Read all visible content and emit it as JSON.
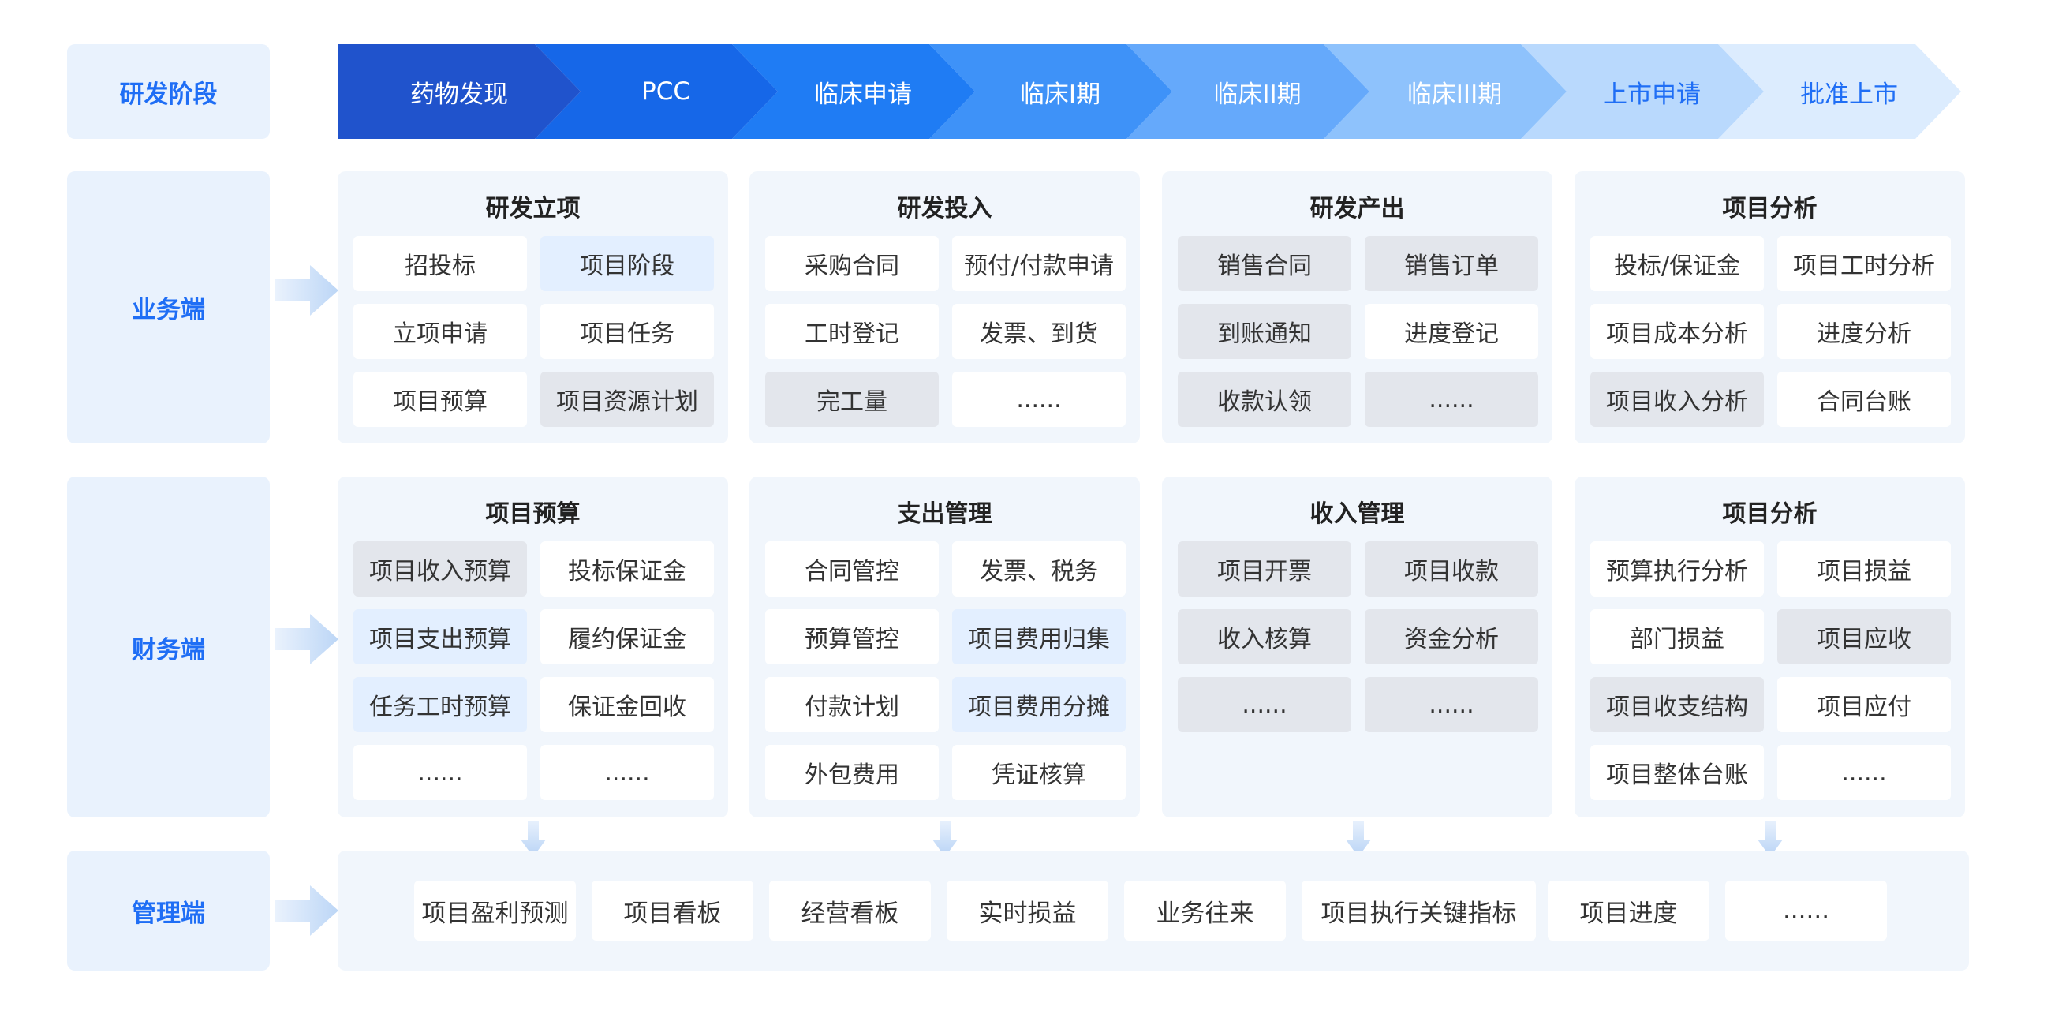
{
  "rows": {
    "stage_label": "研发阶段",
    "business_label": "业务端",
    "finance_label": "财务端",
    "management_label": "管理端"
  },
  "stages": [
    {
      "label": "药物发现",
      "bg": "#2053cc",
      "fg": "#ffffff"
    },
    {
      "label": "PCC",
      "bg": "#1667e8",
      "fg": "#ffffff"
    },
    {
      "label": "临床申请",
      "bg": "#1f7cf4",
      "fg": "#ffffff"
    },
    {
      "label": "临床I期",
      "bg": "#3e92f8",
      "fg": "#ffffff"
    },
    {
      "label": "临床II期",
      "bg": "#65a9fb",
      "fg": "#ffffff"
    },
    {
      "label": "临床III期",
      "bg": "#8ec2fc",
      "fg": "#ffffff"
    },
    {
      "label": "上市申请",
      "bg": "#b9d9fd",
      "fg": "#1f6ef5"
    },
    {
      "label": "批准上市",
      "bg": "#dcecfe",
      "fg": "#1f6ef5"
    }
  ],
  "business": [
    {
      "title": "研发立项",
      "cells": [
        {
          "text": "招投标",
          "style": "white"
        },
        {
          "text": "项目阶段",
          "style": "blue"
        },
        {
          "text": "立项申请",
          "style": "white"
        },
        {
          "text": "项目任务",
          "style": "white"
        },
        {
          "text": "项目预算",
          "style": "white"
        },
        {
          "text": "项目资源计划",
          "style": "gray"
        }
      ]
    },
    {
      "title": "研发投入",
      "cells": [
        {
          "text": "采购合同",
          "style": "white"
        },
        {
          "text": "预付/付款申请",
          "style": "white"
        },
        {
          "text": "工时登记",
          "style": "white"
        },
        {
          "text": "发票、到货",
          "style": "white"
        },
        {
          "text": "完工量",
          "style": "gray"
        },
        {
          "text": "......",
          "style": "white"
        }
      ]
    },
    {
      "title": "研发产出",
      "cells": [
        {
          "text": "销售合同",
          "style": "gray"
        },
        {
          "text": "销售订单",
          "style": "gray"
        },
        {
          "text": "到账通知",
          "style": "gray"
        },
        {
          "text": "进度登记",
          "style": "white"
        },
        {
          "text": "收款认领",
          "style": "gray"
        },
        {
          "text": "......",
          "style": "gray"
        }
      ]
    },
    {
      "title": "项目分析",
      "cells": [
        {
          "text": "投标/保证金",
          "style": "white"
        },
        {
          "text": "项目工时分析",
          "style": "white"
        },
        {
          "text": "项目成本分析",
          "style": "white"
        },
        {
          "text": "进度分析",
          "style": "white"
        },
        {
          "text": "项目收入分析",
          "style": "gray"
        },
        {
          "text": "合同台账",
          "style": "white"
        }
      ]
    }
  ],
  "finance": [
    {
      "title": "项目预算",
      "cells": [
        {
          "text": "项目收入预算",
          "style": "gray"
        },
        {
          "text": "投标保证金",
          "style": "white"
        },
        {
          "text": "项目支出预算",
          "style": "blue"
        },
        {
          "text": "履约保证金",
          "style": "white"
        },
        {
          "text": "任务工时预算",
          "style": "blue"
        },
        {
          "text": "保证金回收",
          "style": "white"
        },
        {
          "text": "......",
          "style": "white"
        },
        {
          "text": "......",
          "style": "white"
        }
      ]
    },
    {
      "title": "支出管理",
      "cells": [
        {
          "text": "合同管控",
          "style": "white"
        },
        {
          "text": "发票、税务",
          "style": "white"
        },
        {
          "text": "预算管控",
          "style": "white"
        },
        {
          "text": "项目费用归集",
          "style": "blue"
        },
        {
          "text": "付款计划",
          "style": "white"
        },
        {
          "text": "项目费用分摊",
          "style": "blue"
        },
        {
          "text": "外包费用",
          "style": "white"
        },
        {
          "text": "凭证核算",
          "style": "white"
        }
      ]
    },
    {
      "title": "收入管理",
      "cells": [
        {
          "text": "项目开票",
          "style": "gray"
        },
        {
          "text": "项目收款",
          "style": "gray"
        },
        {
          "text": "收入核算",
          "style": "gray"
        },
        {
          "text": "资金分析",
          "style": "gray"
        },
        {
          "text": "......",
          "style": "gray"
        },
        {
          "text": "......",
          "style": "gray"
        }
      ]
    },
    {
      "title": "项目分析",
      "cells": [
        {
          "text": "预算执行分析",
          "style": "white"
        },
        {
          "text": "项目损益",
          "style": "white"
        },
        {
          "text": "部门损益",
          "style": "white"
        },
        {
          "text": "项目应收",
          "style": "gray"
        },
        {
          "text": "项目收支结构",
          "style": "gray"
        },
        {
          "text": "项目应付",
          "style": "white"
        },
        {
          "text": "项目整体台账",
          "style": "white"
        },
        {
          "text": "......",
          "style": "white"
        }
      ]
    }
  ],
  "management": [
    "项目盈利预测",
    "项目看板",
    "经营看板",
    "实时损益",
    "业务往来",
    "项目执行关键指标",
    "项目进度",
    "......"
  ],
  "colors": {
    "accent": "#1f6ef5",
    "label_bg": "#e9f2fd",
    "panel_bg": "#f1f6fc",
    "cell_gray": "#e3e6ec",
    "cell_blue": "#e3efff",
    "arrow": "#c6dcf7"
  }
}
